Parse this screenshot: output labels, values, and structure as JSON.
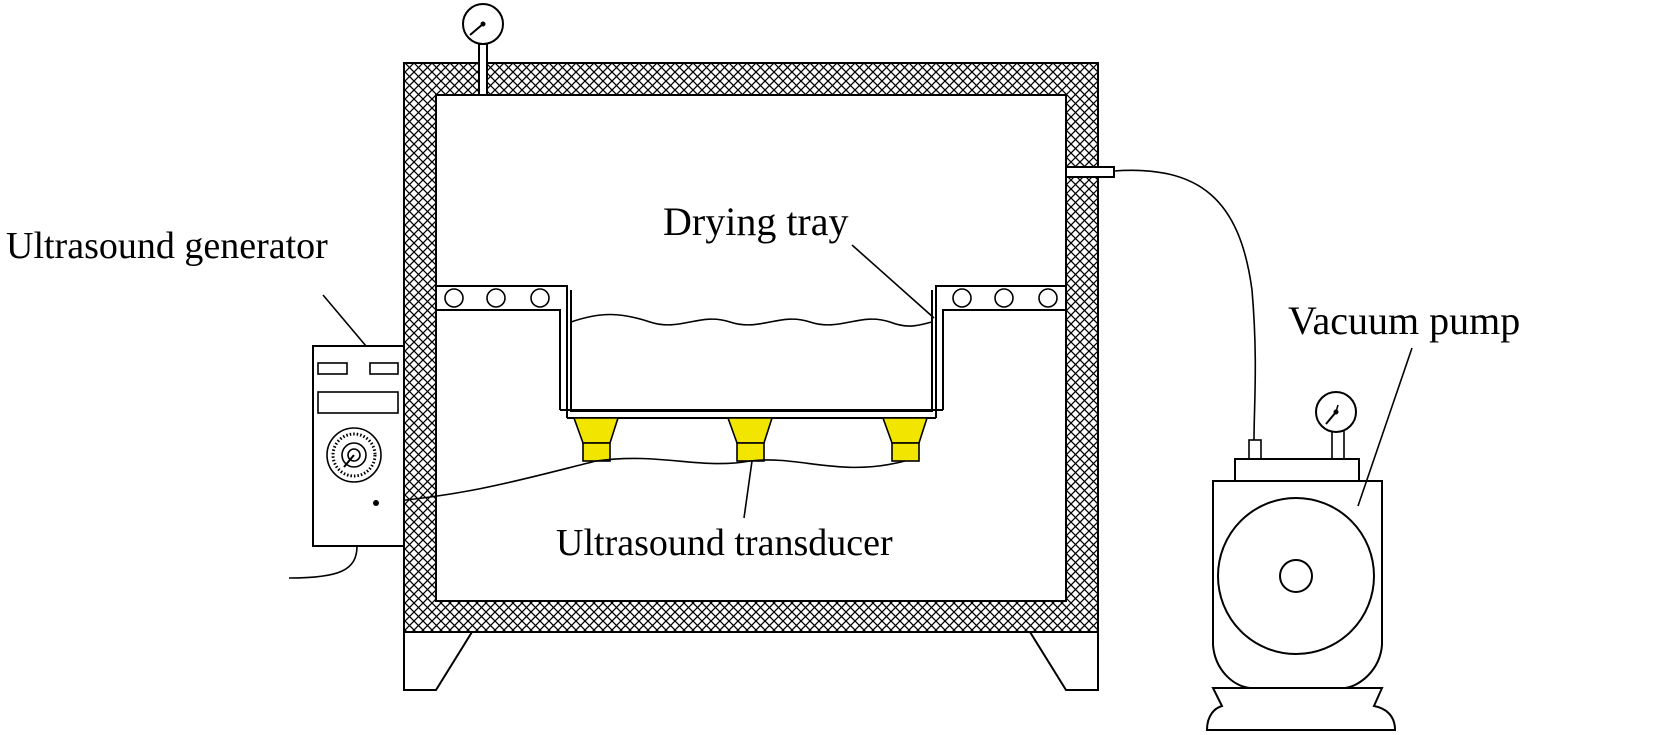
{
  "labels": {
    "drying_tray": "Drying tray",
    "ultrasound_generator": "Ultrasound generator",
    "vacuum_pump": "Vacuum pump",
    "ultrasound_transducer": "Ultrasound transducer"
  },
  "colors": {
    "transducer": "#f2e600",
    "line": "#000000",
    "background": "#ffffff"
  },
  "icons": [
    "pressure-gauge-icon",
    "dial-knob-icon",
    "roller-icon"
  ]
}
